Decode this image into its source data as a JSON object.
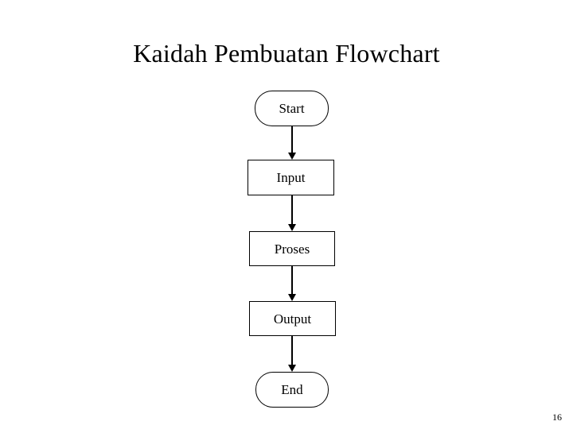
{
  "slide": {
    "title": "Kaidah Pembuatan Flowchart",
    "page_number": "16",
    "background_color": "#ffffff",
    "text_color": "#000000"
  },
  "flowchart": {
    "orientation": "vertical",
    "line_color": "#000000",
    "fill_color": "#ffffff",
    "nodes": [
      {
        "id": "start",
        "label": "Start",
        "shape": "terminator"
      },
      {
        "id": "input",
        "label": "Input",
        "shape": "process"
      },
      {
        "id": "proses",
        "label": "Proses",
        "shape": "process"
      },
      {
        "id": "output",
        "label": "Output",
        "shape": "process"
      },
      {
        "id": "end",
        "label": "End",
        "shape": "terminator"
      }
    ],
    "connectors": [
      {
        "id": "c1",
        "from": "start",
        "to": "input",
        "arrow": "down"
      },
      {
        "id": "c2",
        "from": "input",
        "to": "proses",
        "arrow": "down"
      },
      {
        "id": "c3",
        "from": "proses",
        "to": "output",
        "arrow": "down"
      },
      {
        "id": "c4",
        "from": "output",
        "to": "end",
        "arrow": "down"
      }
    ]
  }
}
